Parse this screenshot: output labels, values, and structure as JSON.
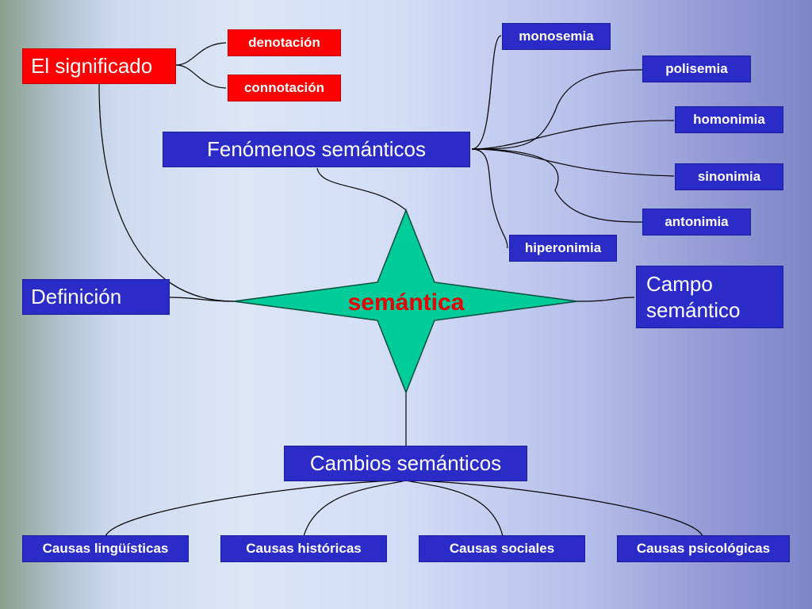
{
  "center": {
    "label": "semántica",
    "star_color": "#00cc99"
  },
  "colors": {
    "red": "#ff0000",
    "blue": "#2b2bc8",
    "line": "#000000"
  },
  "nodes": {
    "significado": "El significado",
    "denotacion": "denotación",
    "connotacion": "connotación",
    "fenomenos": "Fenómenos semánticos",
    "monosemia": "monosemia",
    "polisemia": "polisemia",
    "homonimia": "homonimia",
    "sinonimia": "sinonimia",
    "antonimia": "antonimia",
    "hiperonimia": "hiperonimia",
    "definicion": "Definición",
    "campo": "Campo semántico",
    "cambios": "Cambios semánticos",
    "causas_linguisticas": "Causas lingüísticas",
    "causas_historicas": "Causas históricas",
    "causas_sociales": "Causas sociales",
    "causas_psicologicas": "Causas psicológicas"
  }
}
